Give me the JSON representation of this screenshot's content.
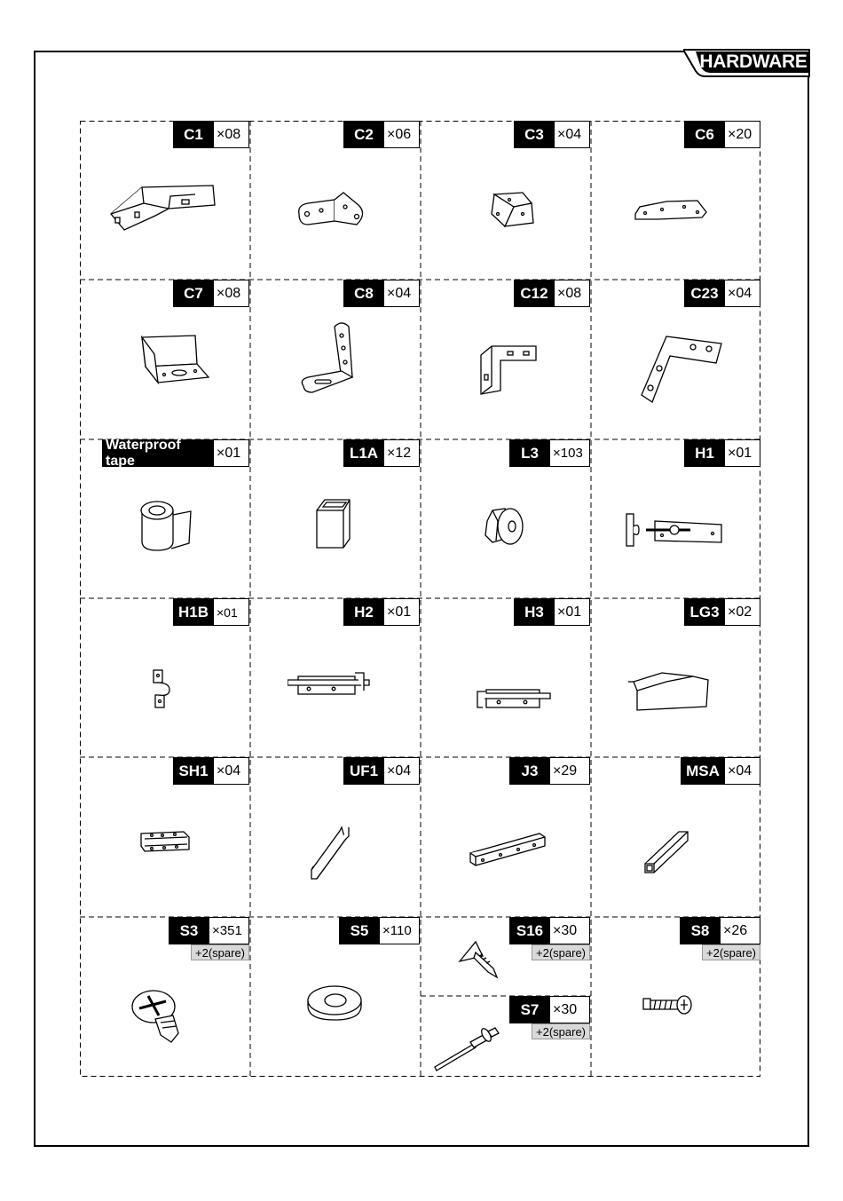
{
  "header": {
    "title": "HARDWARE"
  },
  "parts": [
    {
      "code": "C1",
      "qty": "×08"
    },
    {
      "code": "C2",
      "qty": "×06"
    },
    {
      "code": "C3",
      "qty": "×04"
    },
    {
      "code": "C6",
      "qty": "×20"
    },
    {
      "code": "C7",
      "qty": "×08"
    },
    {
      "code": "C8",
      "qty": "×04"
    },
    {
      "code": "C12",
      "qty": "×08"
    },
    {
      "code": "C23",
      "qty": "×04"
    },
    {
      "code": "Waterproof tape",
      "qty": "×01"
    },
    {
      "code": "L1A",
      "qty": "×12"
    },
    {
      "code": "L3",
      "qty": "×103"
    },
    {
      "code": "H1",
      "qty": "×01"
    },
    {
      "code": "H1B",
      "qty": "×01"
    },
    {
      "code": "H2",
      "qty": "×01"
    },
    {
      "code": "H3",
      "qty": "×01"
    },
    {
      "code": "LG3",
      "qty": "×02"
    },
    {
      "code": "SH1",
      "qty": "×04"
    },
    {
      "code": "UF1",
      "qty": "×04"
    },
    {
      "code": "J3",
      "qty": "×29"
    },
    {
      "code": "MSA",
      "qty": "×04"
    },
    {
      "code": "S3",
      "qty": "×351",
      "spare": "+2(spare)"
    },
    {
      "code": "S5",
      "qty": "×110"
    },
    {
      "code": "S16",
      "qty": "×30",
      "spare": "+2(spare)"
    },
    {
      "code": "S8",
      "qty": "×26",
      "spare": "+2(spare)"
    },
    {
      "code": "S7",
      "qty": "×30",
      "spare": "+2(spare)"
    }
  ]
}
